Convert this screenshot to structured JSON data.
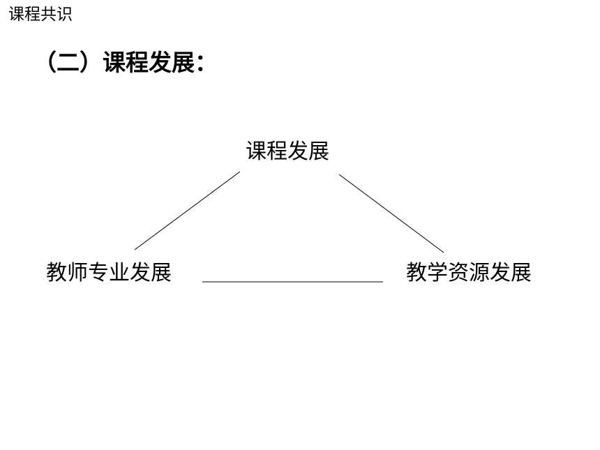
{
  "header": {
    "title": "课程共识"
  },
  "section": {
    "title": "（二）课程发展："
  },
  "diagram": {
    "nodes": {
      "top": "课程发展",
      "left": "教师专业发展",
      "right": "教学资源发展"
    }
  },
  "colors": {
    "text": "#000000",
    "line": "#000000",
    "background": "#ffffff"
  }
}
